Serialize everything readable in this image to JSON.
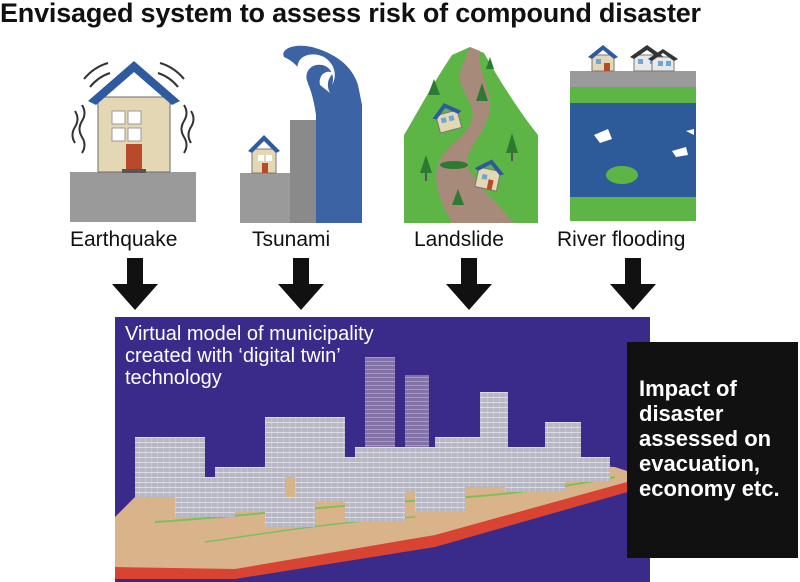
{
  "title": "Envisaged system to assess risk of compound disaster",
  "hazards": [
    {
      "label": "Earthquake",
      "icon": "earthquake-house-icon"
    },
    {
      "label": "Tsunami",
      "icon": "tsunami-wave-icon"
    },
    {
      "label": "Landslide",
      "icon": "landslide-hill-icon"
    },
    {
      "label": "River flooding",
      "icon": "river-flood-icon"
    }
  ],
  "model_text": "Virtual model of municipality created with ‘digital twin’ technology",
  "impact_text": "Impact of disaster assessed on evacuation, economy etc.",
  "colors": {
    "panel_bg": "#3a2b8a",
    "impact_bg": "#111111",
    "tsunami_wave": "#3c63a4",
    "grass": "#5db546",
    "water": "#2d5b9a",
    "ground_grey": "#9a9a9a"
  }
}
